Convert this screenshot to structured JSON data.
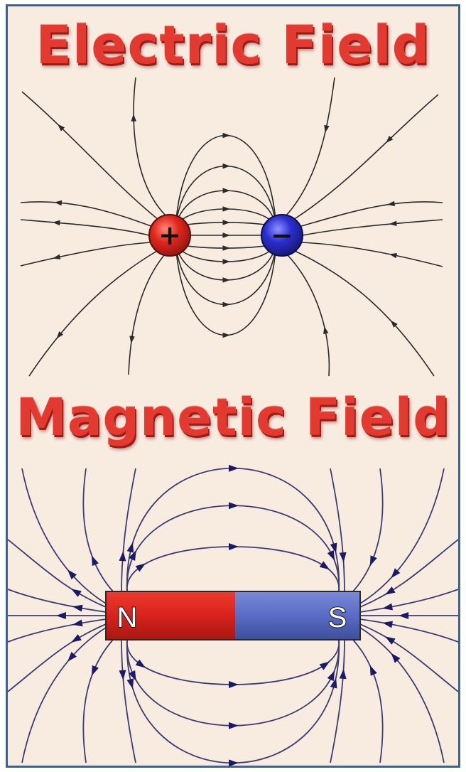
{
  "electric": {
    "title": "Electric Field",
    "positive_symbol": "+",
    "negative_symbol": "−",
    "colors": {
      "positive": "#e0281e",
      "negative": "#2b2ed0",
      "lines": "#2a2a2a",
      "title": "#e23a30"
    }
  },
  "magnetic": {
    "title": "Magnetic Field",
    "north_label": "N",
    "south_label": "S",
    "colors": {
      "north": "#d8221c",
      "south": "#5a6cc4",
      "lines": "#3c3c70",
      "arrows": "#1a1a66"
    }
  },
  "background": "#f8ebe0",
  "border": "#3f6190"
}
